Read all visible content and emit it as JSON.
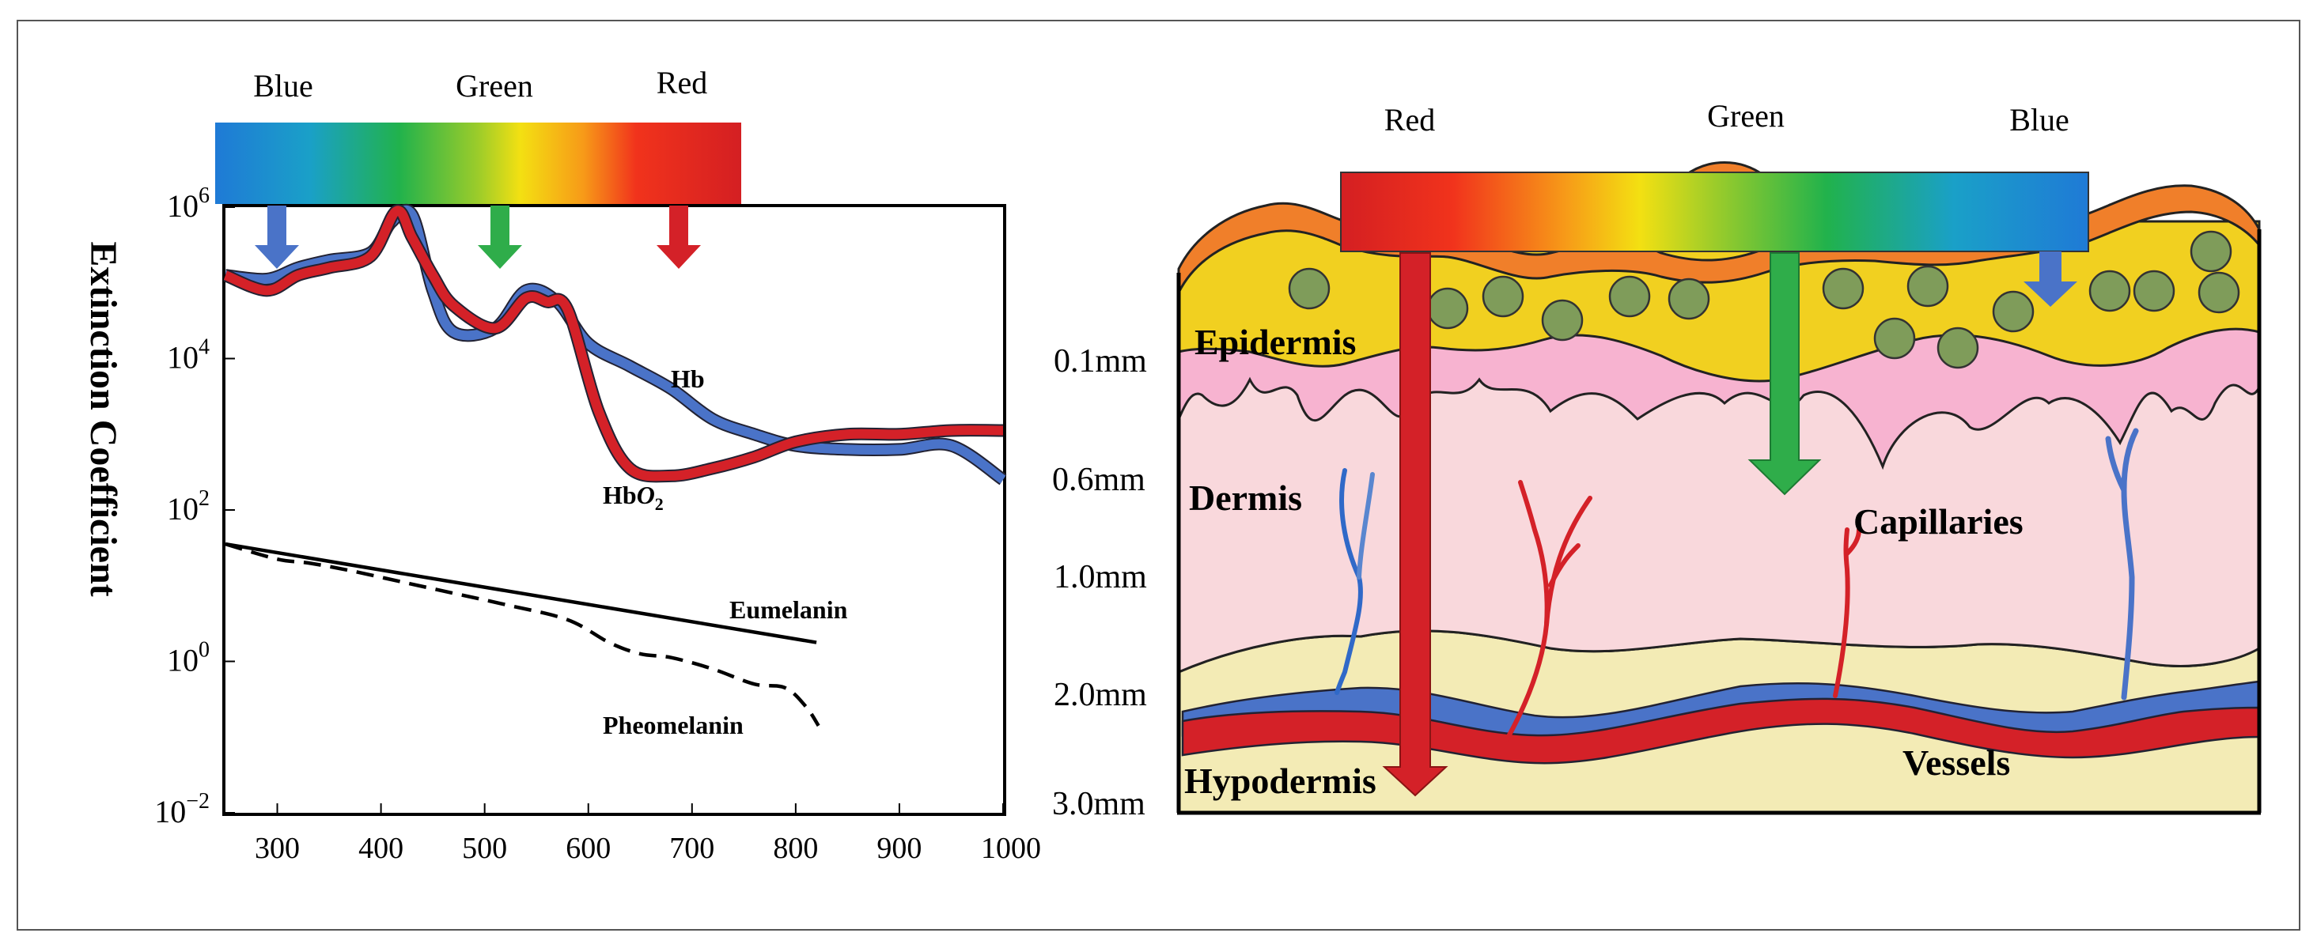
{
  "left_panel": {
    "spectrum_labels": [
      "Blue",
      "Green",
      "Red"
    ],
    "arrow_colors": {
      "blue": "#4a73c8",
      "green": "#2fad4a",
      "red": "#d42128"
    },
    "chart_data": {
      "type": "line",
      "xlabel": "",
      "ylabel": "Extinction Coefficient",
      "x_ticks": [
        "300",
        "400",
        "500",
        "600",
        "700",
        "800",
        "900",
        "1000"
      ],
      "y_ticks": [
        {
          "base": "10",
          "exp": "6"
        },
        {
          "base": "10",
          "exp": "4"
        },
        {
          "base": "10",
          "exp": "2"
        },
        {
          "base": "10",
          "exp": "0"
        },
        {
          "base": "10",
          "exp": "−2"
        }
      ],
      "xlim": [
        250,
        1000
      ],
      "ylim_log10": [
        -2,
        6
      ],
      "y_scale": "log",
      "series": [
        {
          "name": "Hb",
          "color": "#4a73c8",
          "x": [
            250,
            290,
            320,
            350,
            390,
            410,
            430,
            450,
            470,
            510,
            540,
            570,
            600,
            640,
            680,
            720,
            760,
            800,
            850,
            900,
            950,
            1000
          ],
          "log10_y": [
            5.1,
            5.05,
            5.2,
            5.3,
            5.4,
            5.8,
            5.9,
            4.9,
            4.35,
            4.4,
            4.9,
            4.75,
            4.2,
            3.9,
            3.6,
            3.2,
            3.0,
            2.85,
            2.8,
            2.8,
            2.85,
            2.4
          ]
        },
        {
          "name": "HbO2",
          "color": "#d42128",
          "x": [
            250,
            290,
            320,
            350,
            390,
            415,
            430,
            450,
            470,
            510,
            540,
            560,
            580,
            610,
            640,
            680,
            720,
            760,
            800,
            850,
            900,
            950,
            1000
          ],
          "log10_y": [
            5.1,
            4.9,
            5.1,
            5.2,
            5.35,
            5.95,
            5.6,
            5.1,
            4.7,
            4.4,
            4.8,
            4.75,
            4.65,
            3.3,
            2.55,
            2.45,
            2.55,
            2.7,
            2.9,
            3.0,
            3.0,
            3.05,
            3.05
          ]
        },
        {
          "name": "Eumelanin",
          "color": "#000000",
          "x": [
            250,
            820
          ],
          "log10_y": [
            1.55,
            0.25
          ]
        },
        {
          "name": "Pheomelanin",
          "color": "#000000",
          "dash": true,
          "x": [
            250,
            300,
            330,
            370,
            420,
            470,
            520,
            580,
            620,
            650,
            680,
            720,
            760,
            790,
            810,
            822
          ],
          "log10_y": [
            1.55,
            1.35,
            1.3,
            1.2,
            1.05,
            0.9,
            0.75,
            0.55,
            0.25,
            0.1,
            0.05,
            -0.1,
            -0.3,
            -0.35,
            -0.6,
            -0.85
          ]
        }
      ],
      "series_labels": {
        "hb": "Hb",
        "hbo2_base": "Hb",
        "hbo2_sub": "2",
        "hbo2_o": "O",
        "eumelanin": "Eumelanin",
        "pheomelanin": "Pheomelanin"
      }
    }
  },
  "right_panel": {
    "spectrum_labels": [
      "Red",
      "Green",
      "Blue"
    ],
    "depth_labels": [
      "0.1mm",
      "0.6mm",
      "1.0mm",
      "2.0mm",
      "3.0mm"
    ],
    "layer_labels": [
      "Epidermis",
      "Dermis",
      "Hypodermis"
    ],
    "structure_labels": [
      "Capillaries",
      "Vessels"
    ],
    "colors": {
      "stratum_corneum": "#f07f2a",
      "epidermis": "#f1d020",
      "cells": "#7f9c5a",
      "papillary_dermis": "#f7b3d0",
      "dermis": "#f9d8dc",
      "hypodermis": "#f3ebb5",
      "vein": "#4a73c8",
      "artery": "#d42128",
      "green_arrow": "#2fad4a"
    }
  }
}
